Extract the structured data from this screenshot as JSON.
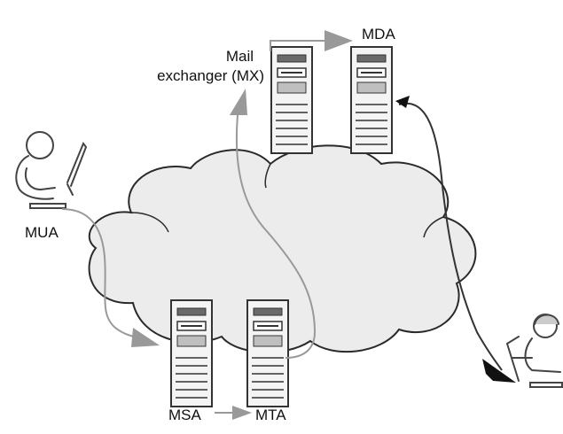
{
  "diagram": {
    "labels": {
      "mail": "Mail",
      "exchanger": "exchanger (MX)",
      "mda": "MDA",
      "mua": "MUA",
      "msa": "MSA",
      "mta": "MTA"
    },
    "colors": {
      "cloud_fill": "#ececec",
      "server_fill": "#f4f4f4",
      "arrow_gray": "#999999",
      "arrow_dark": "#111111",
      "line": "#333333"
    },
    "icons": [
      "user-at-computer-icon",
      "server-icon",
      "cloud-icon",
      "arrow-icon"
    ]
  }
}
